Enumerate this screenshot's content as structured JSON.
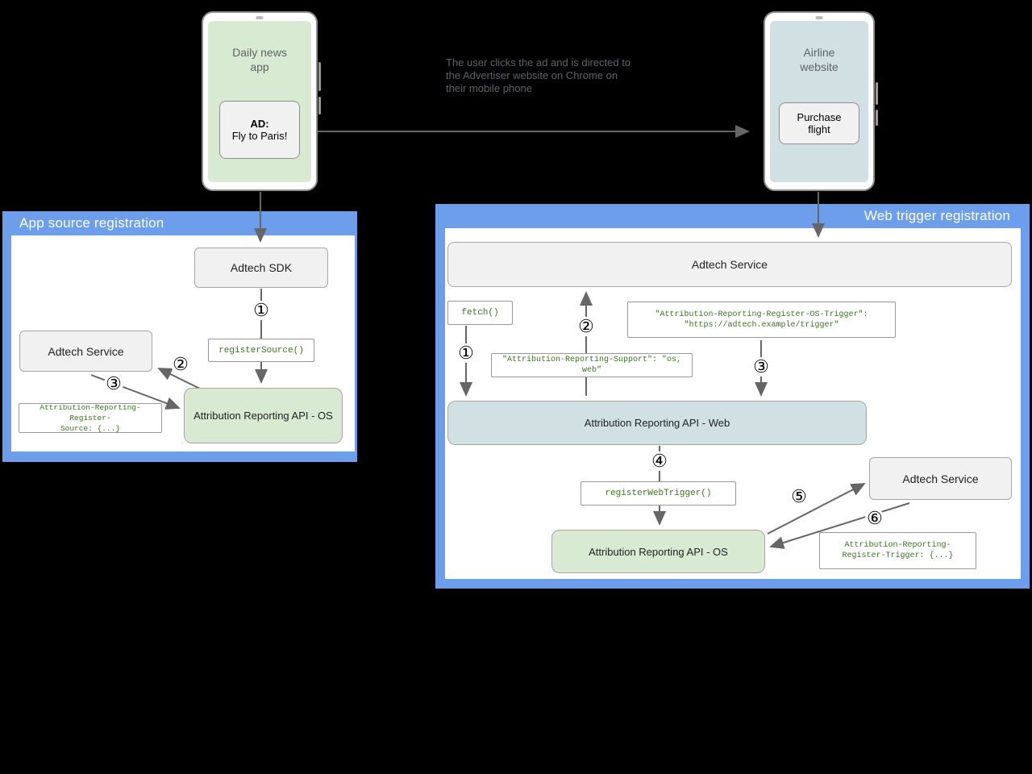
{
  "colors": {
    "panel_blue": "#6d9eeb",
    "box_gray": "#f1f1f1",
    "box_green": "#d9ead3",
    "box_light_blue": "#d0e0e3",
    "code_green": "#38761d",
    "arrow_gray": "#666666",
    "background": "#000000"
  },
  "phones": {
    "news_app": {
      "title": "Daily news\napp",
      "ad_label": "AD:",
      "ad_text": "Fly to Paris!"
    },
    "airline": {
      "title": "Airline\nwebsite",
      "button": "Purchase\nflight"
    }
  },
  "annotation": "The user clicks the ad and is directed to\nthe Advertiser website on Chrome on\ntheir mobile phone",
  "app_source": {
    "title": "App source registration",
    "adtech_sdk": "Adtech SDK",
    "adtech_service": "Adtech Service",
    "register_source_call": "registerSource()",
    "register_source_header": "Attribution-Reporting-Register-\nSource: {...}",
    "api_os": "Attribution Reporting API - OS",
    "steps": {
      "s1": "①",
      "s2": "②",
      "s3": "③"
    }
  },
  "web_trigger": {
    "title": "Web trigger registration",
    "adtech_service_top": "Adtech Service",
    "fetch_call": "fetch()",
    "os_trigger_header": "\"Attribution-Reporting-Register-OS-Trigger\":\n\"https://adtech.example/trigger\"",
    "support_header": "\"Attribution-Reporting-Support\": \"os, web\"",
    "api_web": "Attribution Reporting API - Web",
    "register_web_trigger_call": "registerWebTrigger()",
    "api_os": "Attribution Reporting API - OS",
    "adtech_service_right": "Adtech Service",
    "register_trigger_header": "Attribution-Reporting-\nRegister-Trigger: {...}",
    "steps": {
      "s1": "①",
      "s2": "②",
      "s3": "③",
      "s4": "④",
      "s5": "⑤",
      "s6": "⑥"
    }
  }
}
